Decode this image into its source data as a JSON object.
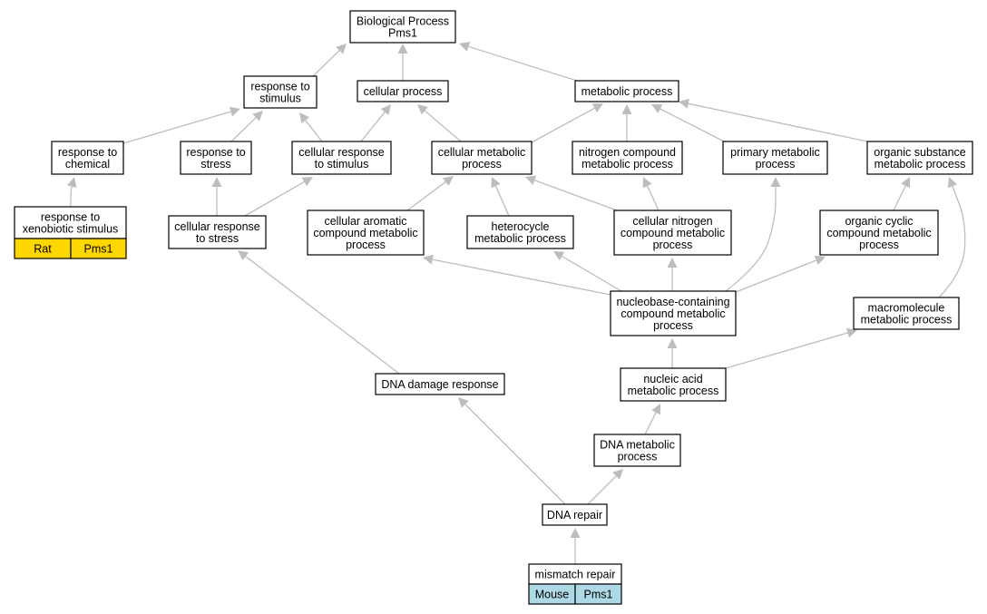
{
  "colors": {
    "edge": "#bdbdbd",
    "node_border": "#000000",
    "node_fill": "#ffffff",
    "rat_highlight": "#ffd700",
    "mouse_highlight": "#add8e6"
  },
  "nodes": {
    "root": {
      "lines": [
        "Biological Process",
        "Pms1"
      ]
    },
    "response_to_stimulus": {
      "lines": [
        "response to",
        "stimulus"
      ]
    },
    "cellular_process": {
      "lines": [
        "cellular process"
      ]
    },
    "metabolic_process": {
      "lines": [
        "metabolic process"
      ]
    },
    "response_to_chemical": {
      "lines": [
        "response to",
        "chemical"
      ]
    },
    "response_to_stress": {
      "lines": [
        "response to",
        "stress"
      ]
    },
    "cellular_response_to_stimulus": {
      "lines": [
        "cellular response",
        "to stimulus"
      ]
    },
    "cellular_metabolic_process": {
      "lines": [
        "cellular metabolic",
        "process"
      ]
    },
    "nitrogen_compound_metabolic_process": {
      "lines": [
        "nitrogen compound",
        "metabolic process"
      ]
    },
    "primary_metabolic_process": {
      "lines": [
        "primary metabolic",
        "process"
      ]
    },
    "organic_substance_metabolic_process": {
      "lines": [
        "organic substance",
        "metabolic process"
      ]
    },
    "response_to_xenobiotic_stimulus": {
      "lines": [
        "response to",
        "xenobiotic stimulus"
      ],
      "annotation": [
        "Rat",
        "Pms1"
      ]
    },
    "cellular_response_to_stress": {
      "lines": [
        "cellular response",
        "to stress"
      ]
    },
    "cellular_aromatic_compound_metabolic_process": {
      "lines": [
        "cellular aromatic",
        "compound metabolic",
        "process"
      ]
    },
    "heterocycle_metabolic_process": {
      "lines": [
        "heterocycle",
        "metabolic process"
      ]
    },
    "cellular_nitrogen_compound_metabolic_process": {
      "lines": [
        "cellular nitrogen",
        "compound metabolic",
        "process"
      ]
    },
    "organic_cyclic_compound_metabolic_process": {
      "lines": [
        "organic cyclic",
        "compound metabolic",
        "process"
      ]
    },
    "nucleobase_containing_compound_metabolic_process": {
      "lines": [
        "nucleobase-containing",
        "compound metabolic",
        "process"
      ]
    },
    "macromolecule_metabolic_process": {
      "lines": [
        "macromolecule",
        "metabolic process"
      ]
    },
    "dna_damage_response": {
      "lines": [
        "DNA damage response"
      ]
    },
    "nucleic_acid_metabolic_process": {
      "lines": [
        "nucleic acid",
        "metabolic process"
      ]
    },
    "dna_metabolic_process": {
      "lines": [
        "DNA metabolic",
        "process"
      ]
    },
    "dna_repair": {
      "lines": [
        "DNA repair"
      ]
    },
    "mismatch_repair": {
      "lines": [
        "mismatch repair"
      ],
      "annotation": [
        "Mouse",
        "Pms1"
      ]
    }
  }
}
